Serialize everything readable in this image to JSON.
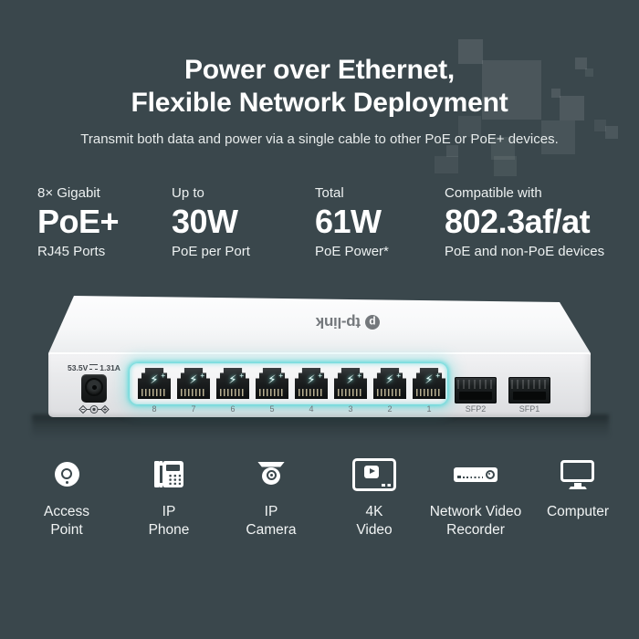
{
  "theme": {
    "background": "#3a474c",
    "glow_accent": "#5cd9da",
    "heading_color": "#ffffff",
    "body_text_color": "#e9eeee"
  },
  "header": {
    "title_line1": "Power over Ethernet,",
    "title_line2": "Flexible Network Deployment",
    "subtitle": "Transmit both data and power via a single cable to other PoE or PoE+ devices."
  },
  "stats": [
    {
      "eyebrow": "8× Gigabit",
      "value": "PoE+",
      "caption": "RJ45 Ports"
    },
    {
      "eyebrow": "Up to",
      "value": "30W",
      "caption": "PoE per Port"
    },
    {
      "eyebrow": "Total",
      "value": "61W",
      "caption": "PoE Power*"
    },
    {
      "eyebrow": "Compatible with",
      "value": "802.3af/at",
      "caption": "PoE and non-PoE devices"
    }
  ],
  "device": {
    "brand": "tp-link",
    "brand_initial": "p",
    "power_rating_volts": "53.5V",
    "power_rating_amps": "1.31A",
    "poe_plus_symbol": "+",
    "port_numbers": [
      "8",
      "7",
      "6",
      "5",
      "4",
      "3",
      "2",
      "1"
    ],
    "sfp_labels": [
      "SFP2",
      "SFP1"
    ]
  },
  "connected_devices": [
    {
      "icon": "access-point-icon",
      "line1": "Access",
      "line2": "Point"
    },
    {
      "icon": "ip-phone-icon",
      "line1": "IP",
      "line2": "Phone"
    },
    {
      "icon": "ip-camera-icon",
      "line1": "IP",
      "line2": "Camera"
    },
    {
      "icon": "4k-video-icon",
      "line1": "4K",
      "line2": "Video"
    },
    {
      "icon": "nvr-icon",
      "line1": "Network Video",
      "line2": "Recorder"
    },
    {
      "icon": "computer-icon",
      "line1": "Computer",
      "line2": ""
    }
  ]
}
